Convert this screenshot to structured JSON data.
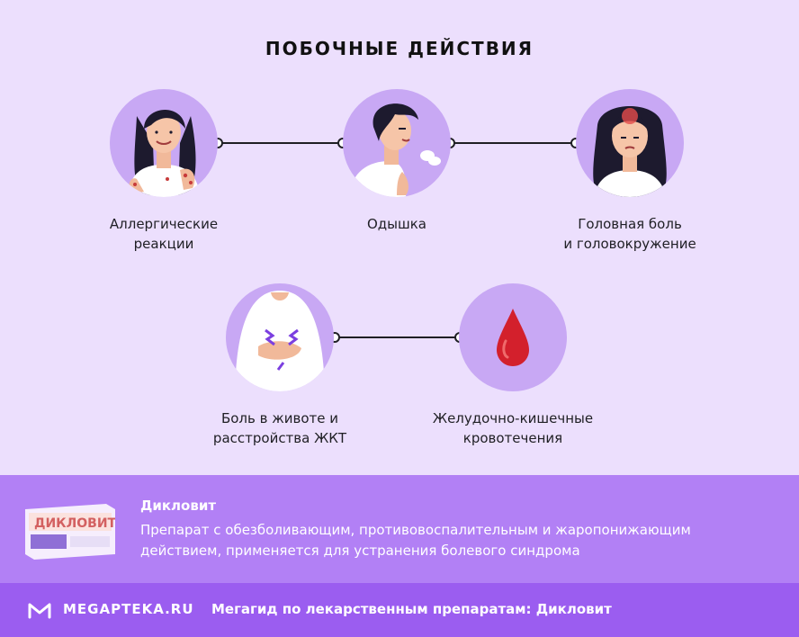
{
  "title": "ПОБОЧНЫЕ ДЕЙСТВИЯ",
  "effects": [
    {
      "line1": "Аллергические",
      "line2": "реакции"
    },
    {
      "line1": "Одышка",
      "line2": ""
    },
    {
      "line1": "Головная боль",
      "line2": "и головокружение"
    },
    {
      "line1": "Боль в животе и",
      "line2": "расстройства ЖКТ"
    },
    {
      "line1": "Желудочно-кишечные",
      "line2": "кровотечения"
    }
  ],
  "product": {
    "name": "Дикловит",
    "description_line1": "Препарат с обезболивающим, противовоспалительным и жаропонижающим",
    "description_line2": "действием, применяется для устранения болевого синдрома",
    "box_label": "ДИКЛОВИТ"
  },
  "footer": {
    "logo": "MEGAPTEKA.RU",
    "text": "Мегагид по лекарственным препаратам: Дикловит"
  },
  "colors": {
    "background": "#ecdffd",
    "circle": "#c8a8f4",
    "product_band": "#b280f5",
    "footer_band": "#9b5df0",
    "accent_red": "#d3202c"
  },
  "icons": [
    "allergy-woman-illustration",
    "shortness-of-breath-man-illustration",
    "headache-woman-illustration",
    "stomach-pain-man-illustration",
    "blood-drop-icon",
    "megapteka-logo-icon"
  ]
}
